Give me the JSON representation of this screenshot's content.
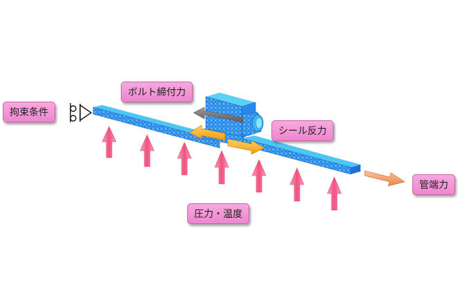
{
  "labels": {
    "constraint": "拘束条件",
    "bolt_force": "ボルト締付力",
    "seal_reaction": "シール反力",
    "pipe_end_force": "管端力",
    "pressure_temperature": "圧力・温度"
  },
  "colors": {
    "label_fill": "#f0a0d8",
    "mesh_blue": "#2a8ff0",
    "mesh_cyan": "#4fd0f0",
    "pressure_arrow": "#f06a96",
    "seal_arrow": "#f5a623",
    "bolt_arrow": "#7a7a7a",
    "pipe_end_arrow": "#f0a070"
  },
  "icons": {
    "constraint": "roller-support-icon"
  }
}
